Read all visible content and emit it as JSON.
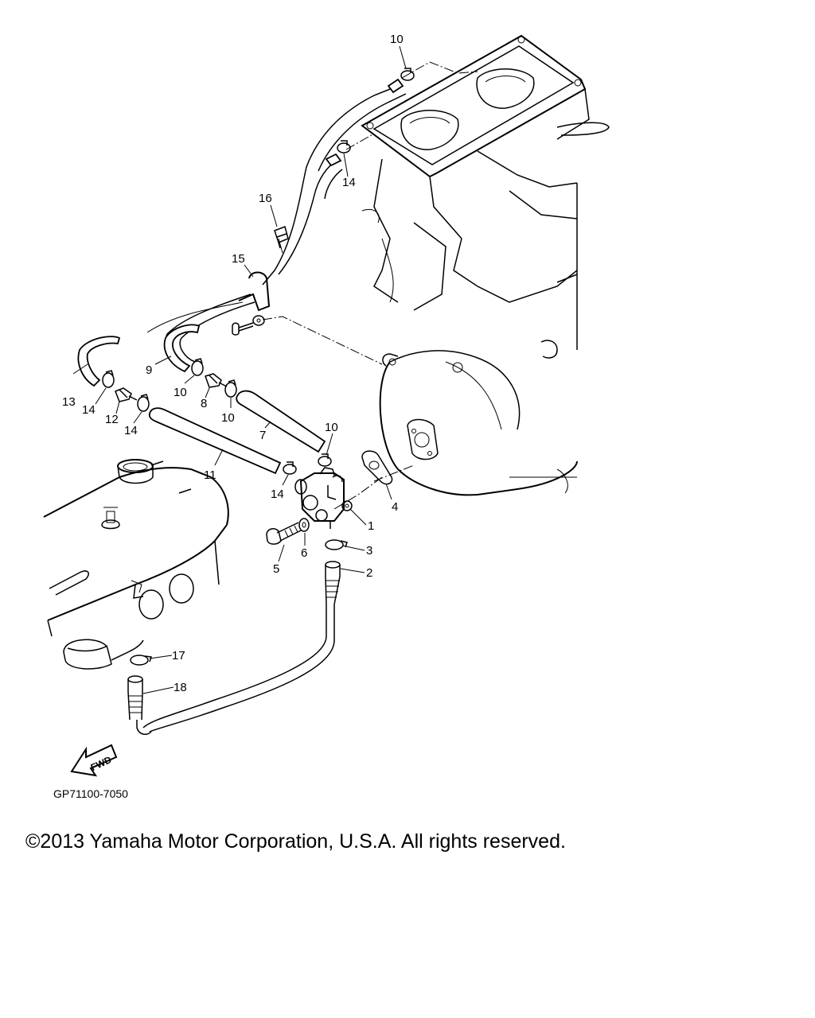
{
  "diagram": {
    "callouts": [
      "1",
      "2",
      "3",
      "4",
      "5",
      "6",
      "7",
      "8",
      "9",
      "10",
      "10",
      "10",
      "10",
      "11",
      "12",
      "13",
      "14",
      "14",
      "14",
      "14",
      "15",
      "16",
      "17",
      "18"
    ],
    "reference_code": "GP71100-7050",
    "fwd_label": "FWD"
  },
  "footer": {
    "copyright": "©2013 Yamaha Motor Corporation, U.S.A. All rights reserved."
  }
}
